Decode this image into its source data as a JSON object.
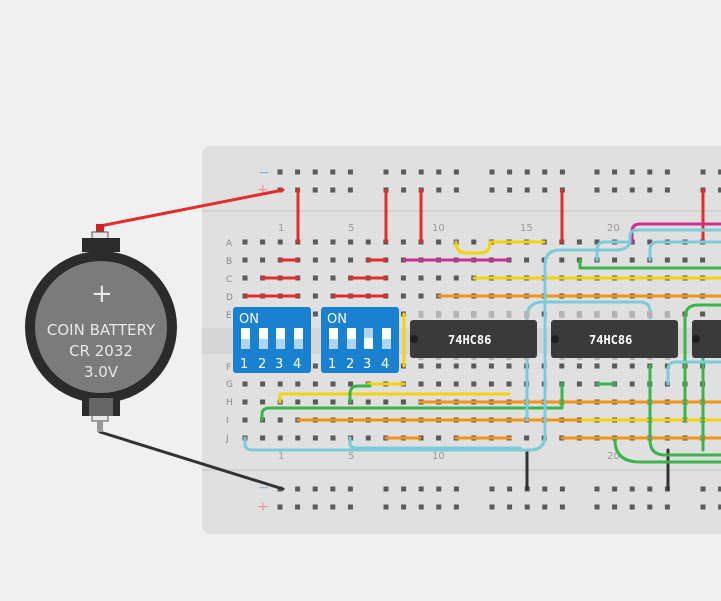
{
  "battery": {
    "line1": "COIN BATTERY",
    "line2": "CR 2032",
    "line3": "3.0V"
  },
  "ics": [
    "74HC86",
    "74HC86"
  ],
  "dip_switches": [
    {
      "on_label": "ON",
      "numbers": [
        "1",
        "2",
        "3",
        "4"
      ]
    },
    {
      "on_label": "ON",
      "numbers": [
        "1",
        "2",
        "3",
        "4"
      ]
    }
  ],
  "rail_signs": {
    "minus": "−",
    "plus": "+"
  },
  "column_numbers_top": [
    "1",
    "5",
    "10",
    "15",
    "20"
  ],
  "column_numbers_bottom": [
    "1",
    "5",
    "10",
    "20"
  ],
  "row_letters_top": [
    "A",
    "B",
    "C",
    "D",
    "E"
  ],
  "row_letters_bottom": [
    "F",
    "G",
    "H",
    "I",
    "J"
  ],
  "colors": {
    "breadboard": "#e0e0e0",
    "wire_red": "#e52b2b",
    "wire_black": "#333333",
    "wire_yellow": "#f4d20c",
    "wire_orange": "#f39418",
    "wire_green": "#3ab54a",
    "wire_blue": "#7ccbd8",
    "wire_magenta": "#cc2f8f",
    "dip_blue": "#1a80d0",
    "ic_body": "#3a3a3a"
  }
}
